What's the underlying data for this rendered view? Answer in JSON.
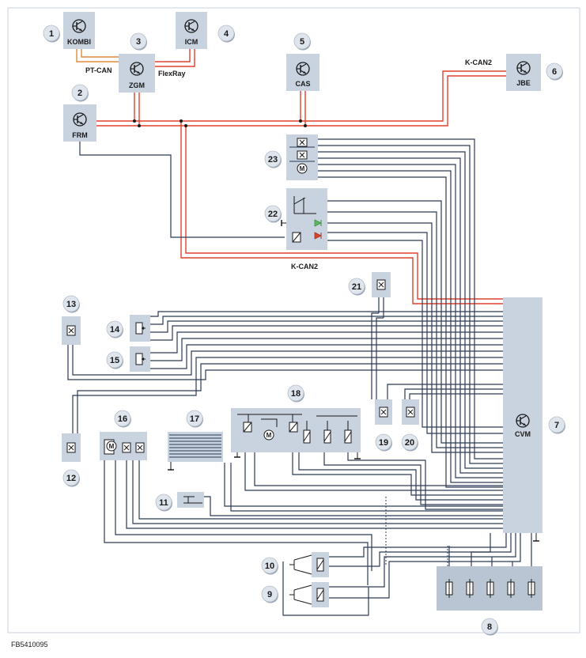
{
  "figure_id": "FB5410095",
  "colors": {
    "wire": "#2b3a55",
    "can_bus": "#e0412c",
    "pt_can": "#e08a3c",
    "box": "#c9d3df",
    "panel": "#b9c5d3",
    "led_green": "#5cb85c",
    "led_red": "#d9432c"
  },
  "bus_labels": {
    "pt_can": "PT-CAN",
    "flexray": "FlexRay",
    "k_can2_top": "K-CAN2",
    "k_can2_mid": "K-CAN2"
  },
  "modules": {
    "kombi": "KOMBI",
    "icm": "ICM",
    "zgm": "ZGM",
    "cas": "CAS",
    "jbe": "JBE",
    "frm": "FRM",
    "cvm": "CVM"
  },
  "badges": {
    "b1": "1",
    "b2": "2",
    "b3": "3",
    "b4": "4",
    "b5": "5",
    "b6": "6",
    "b7": "7",
    "b8": "8",
    "b9": "9",
    "b10": "10",
    "b11": "11",
    "b12": "12",
    "b13": "13",
    "b14": "14",
    "b15": "15",
    "b16": "16",
    "b17": "17",
    "b18": "18",
    "b19": "19",
    "b20": "20",
    "b21": "21",
    "b22": "22",
    "b23": "23"
  },
  "icons": {
    "module": "transistor-icon",
    "motor": "motor-icon",
    "sensor": "sensor-x-icon",
    "switch": "switch-icon",
    "led": "led-icon",
    "solenoid": "solenoid-icon",
    "heater": "heater-grid-icon"
  }
}
